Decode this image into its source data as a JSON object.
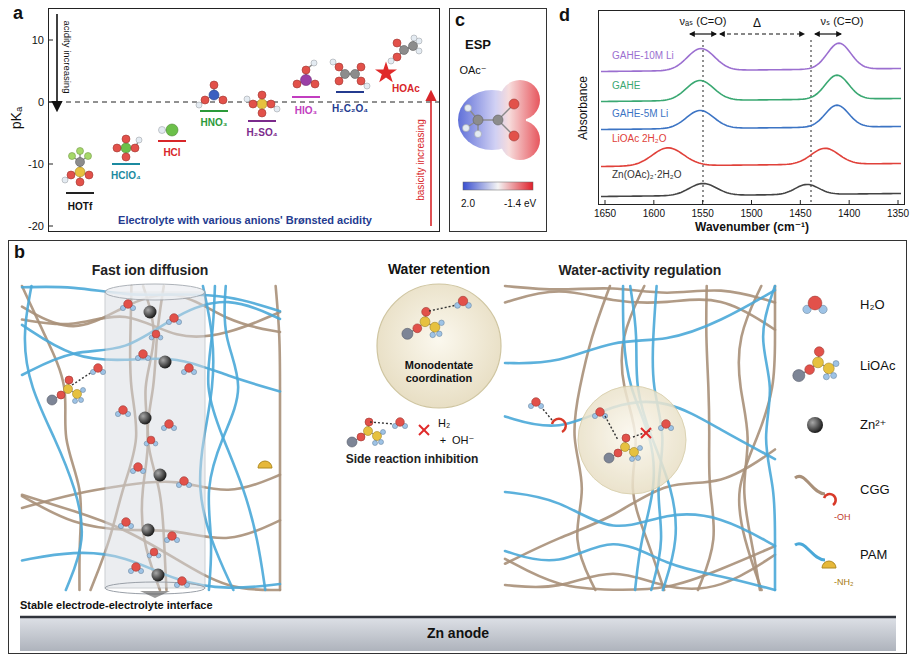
{
  "diagram": {
    "nodes": [
      {
        "text": [
          "a"
        ]
      },
      {
        "text": [
          "c"
        ]
      },
      {
        "text": [
          "d"
        ]
      },
      {
        "text": [
          "b"
        ]
      },
      {
        "text": [
          "Water retention",
          "Monodentate coordination"
        ],
        "in": 3
      },
      {
        "text": [
          "Stable electrode-electrolyte interface",
          "Zn anode"
        ],
        "in": 3
      }
    ],
    "labels": [
      "pKₐ",
      "10",
      "0",
      "-10",
      "-20",
      "acidity increasing",
      "HOTf",
      "HClO₄",
      "HCl",
      "HNO₃",
      "H₂SO₄",
      "HIO₃",
      "H₂C₂O₄",
      "HOAc",
      "basicity increasing",
      "Electrolyte with various anions' Brønsted acidity",
      "ESP",
      "OAc⁻",
      "2.0",
      "-1.4 eV",
      "νₐₛ (C=O)",
      "Δ",
      "νₛ (C=O)",
      "GAHE-10M Li",
      "GAHE",
      "GAHE-5M Li",
      "LiOAc 2H₂O",
      "Zn(OAc)₂·2H₂O",
      "Absorbance",
      "1650",
      "1600",
      "1550",
      "1500",
      "1450",
      "1400",
      "1350",
      "Wavenumber (cm⁻¹)",
      "Fast ion diffusion",
      "Water-activity regulation",
      "Side reaction inhibition",
      "H₂",
      "+",
      "OH⁻",
      "-OH",
      "-NH₂"
    ],
    "legend": [
      {
        "text": "H₂O"
      },
      {
        "text": "LiOAc"
      },
      {
        "text": "Zn²⁺"
      },
      {
        "text": "CGG"
      },
      {
        "text": "PAM"
      }
    ]
  }
}
